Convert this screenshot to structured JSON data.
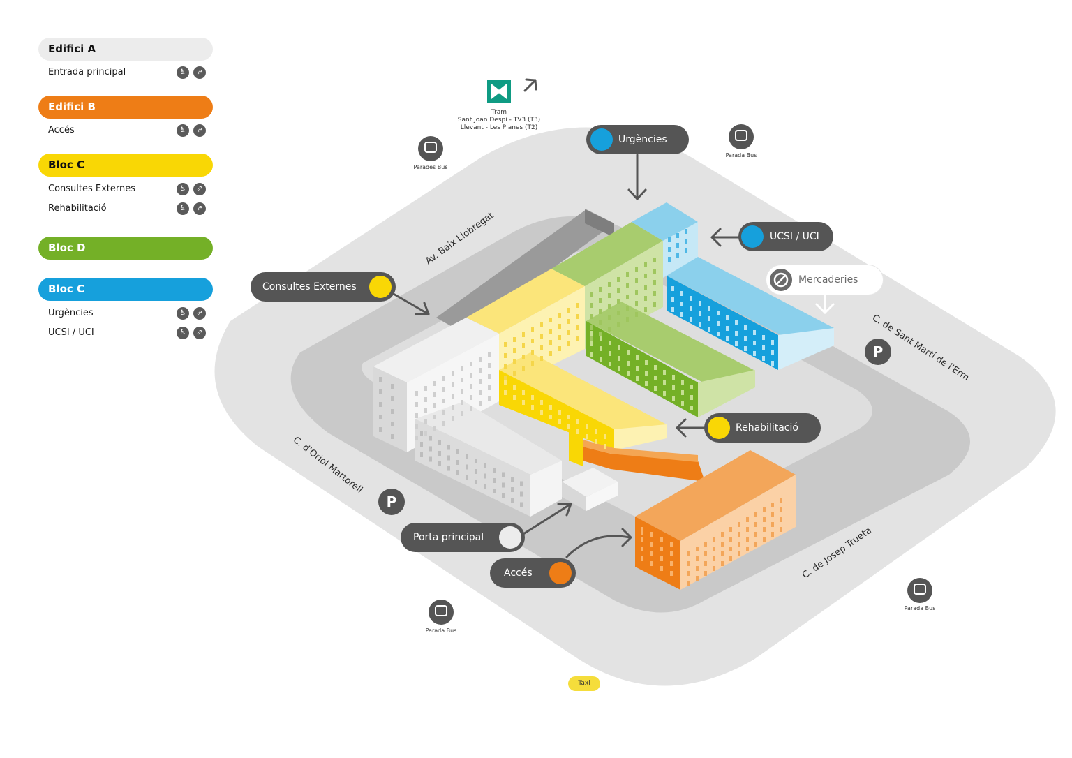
{
  "legend": {
    "groups": [
      {
        "title": "Edifici A",
        "color": "#ececec",
        "text_color": "#111111",
        "items": [
          "Entrada principal"
        ]
      },
      {
        "title": "Edifici B",
        "color": "#ee7d16",
        "text_color": "#ffffff",
        "items": [
          "Accés"
        ]
      },
      {
        "title": "Bloc C",
        "color": "#f9d705",
        "text_color": "#111111",
        "items": [
          "Consultes Externes",
          "Rehabilitació"
        ]
      },
      {
        "title": "Bloc D",
        "color": "#74b027",
        "text_color": "#ffffff",
        "items": []
      },
      {
        "title": "Bloc C",
        "color": "#16a0dc",
        "text_color": "#ffffff",
        "items": [
          "Urgències",
          "UCSI / UCI"
        ]
      }
    ],
    "item_icons": [
      "wheelchair-icon",
      "escalator-icon"
    ]
  },
  "callouts": {
    "urgencies": {
      "label": "Urgències",
      "color": "#16a0dc"
    },
    "ucsi": {
      "label": "UCSI / UCI",
      "color": "#16a0dc"
    },
    "mercaderies": {
      "label": "Mercaderies",
      "icon": "no-entry-icon"
    },
    "consultes": {
      "label": "Consultes Externes",
      "color": "#f9d705"
    },
    "rehabilitacio": {
      "label": "Rehabilitació",
      "color": "#f9d705"
    },
    "porta": {
      "label": "Porta principal",
      "color": "#ececec"
    },
    "acces": {
      "label": "Accés",
      "color": "#ee7d16"
    }
  },
  "streets": {
    "baix_llobregat": "Av. Baix Llobregat",
    "sant_marti": "C. de Sant Martí de l'Erm",
    "oriol_martorell": "C. d'Oriol Martorell",
    "josep_trueta": "C. de Josep Trueta"
  },
  "transport": {
    "tram_title": "Tram",
    "tram_line1": "Sant Joan Despí - TV3 (T3)",
    "tram_line2": "Llevant - Les Planes (T2)",
    "bus_stops": [
      "Parades Bus",
      "Parada Bus",
      "Parada Bus",
      "Parada Bus"
    ],
    "parking_label": "P",
    "taxi_label": "Taxi"
  }
}
